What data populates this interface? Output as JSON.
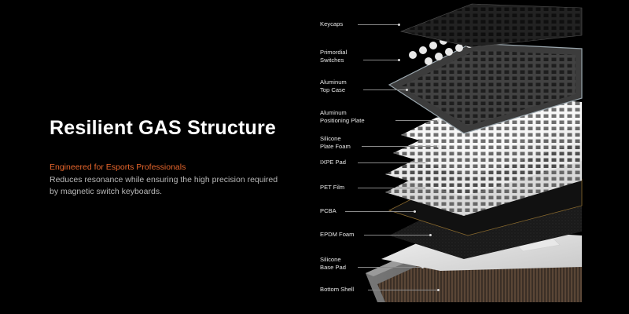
{
  "headline": "Resilient GAS Structure",
  "subheadline": "Engineered for Esports Professionals",
  "description": "Reduces resonance while ensuring the high precision required by magnetic switch keyboards.",
  "accent_color": "#e8662c",
  "layers": [
    {
      "label": "Keycaps"
    },
    {
      "label": "Primordial\nSwitches"
    },
    {
      "label": "Aluminum\nTop Case"
    },
    {
      "label": "Aluminum\nPositioning Plate"
    },
    {
      "label": "Silicone\nPlate Foam"
    },
    {
      "label": "IXPE Pad"
    },
    {
      "label": "PET Film"
    },
    {
      "label": "PCBA"
    },
    {
      "label": "EPDM Foam"
    },
    {
      "label": "Silicone\nBase Pad"
    },
    {
      "label": "Bottom Shell"
    }
  ]
}
